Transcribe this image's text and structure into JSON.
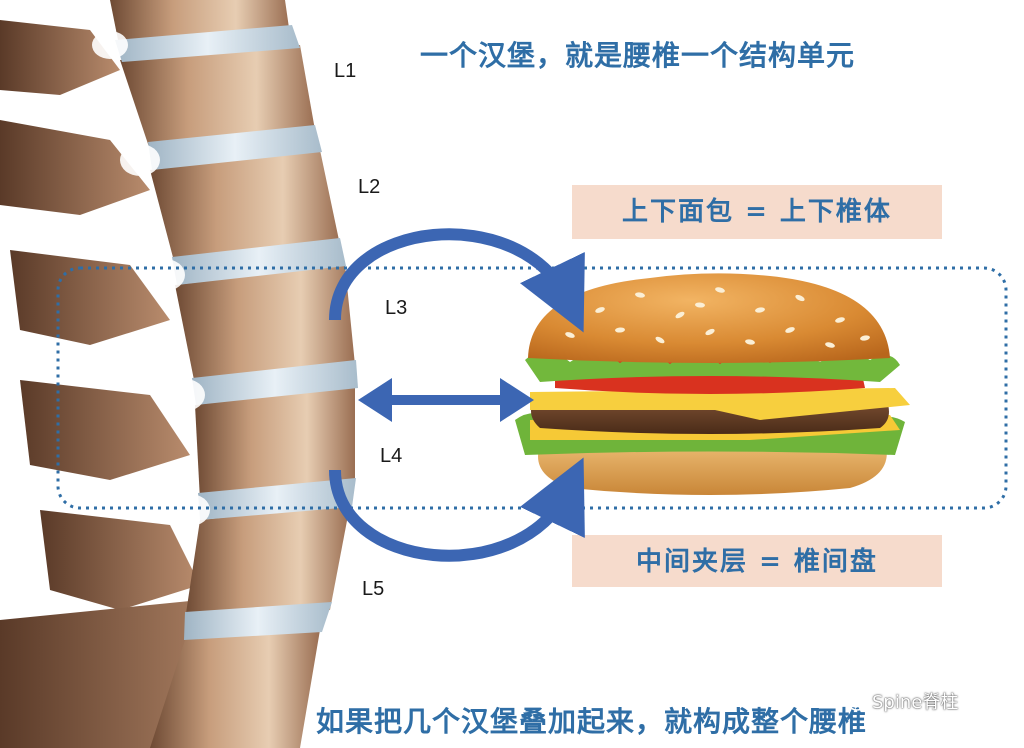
{
  "title": "一个汉堡，就是腰椎一个结构单元",
  "vertebra_labels": [
    "L1",
    "L2",
    "L3",
    "L4",
    "L5"
  ],
  "bread_caption": "上下面包 = 上下椎体",
  "disc_caption": "中间夹层 = 椎间盘",
  "bottom_caption": "如果把几个汉堡叠加起来，就构成整个腰椎",
  "watermark": "Spine脊柱",
  "colors": {
    "caption_blue": "#2f6ea6",
    "arrow_blue": "#3c66b3",
    "box_fill": "#f6dbcc",
    "dotted_frame": "#2f6ea6"
  },
  "icons": [
    "wechat-icon"
  ]
}
